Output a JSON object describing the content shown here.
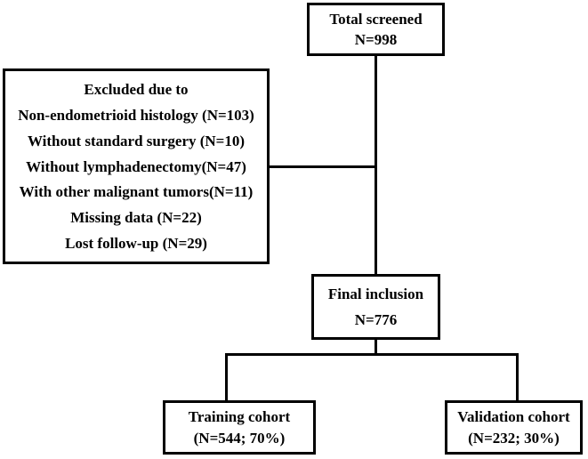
{
  "flowchart": {
    "total_screened": {
      "title": "Total screened",
      "count": "N=998"
    },
    "excluded": {
      "title": "Excluded due to",
      "items": [
        "Non-endometrioid histology (N=103)",
        "Without standard surgery (N=10)",
        "Without lymphadenectomy(N=47)",
        "With other malignant tumors(N=11)",
        "Missing data (N=22)",
        "Lost follow-up (N=29)"
      ]
    },
    "final_inclusion": {
      "title": "Final inclusion",
      "count": "N=776"
    },
    "training_cohort": {
      "title": "Training cohort",
      "count": "(N=544; 70%)"
    },
    "validation_cohort": {
      "title": "Validation cohort",
      "count": "(N=232; 30%)"
    }
  },
  "colors": {
    "line": "#000000",
    "text": "#000000",
    "background": "#ffffff"
  }
}
